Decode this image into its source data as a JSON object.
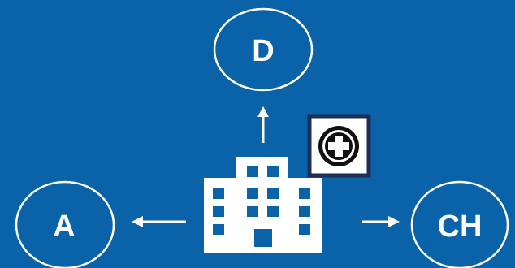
{
  "nodes": {
    "top": {
      "label": "D"
    },
    "left": {
      "label": "A"
    },
    "right": {
      "label": "CH"
    }
  },
  "icons": {
    "center": "hospital-building-icon",
    "badge": "medical-cross-icon"
  },
  "colors": {
    "background": "#0a62a8",
    "foreground": "#ffffff",
    "badge_background": "#1c2e55"
  }
}
